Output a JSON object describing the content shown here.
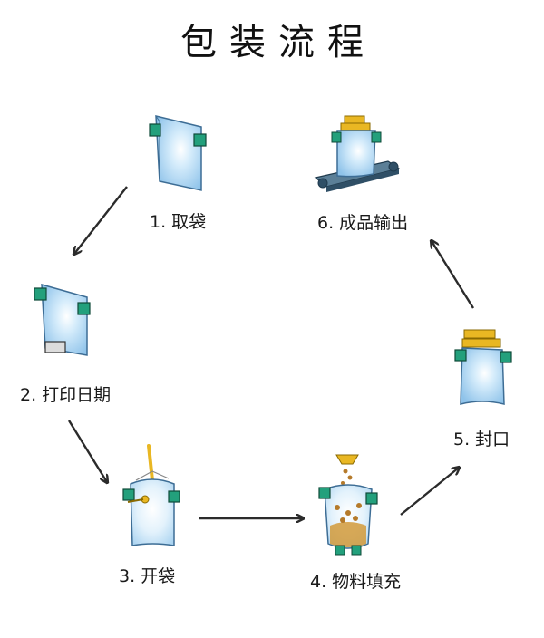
{
  "title": "包装流程",
  "steps": [
    {
      "label": "1. 取袋"
    },
    {
      "label": "2. 打印日期"
    },
    {
      "label": "3. 开袋"
    },
    {
      "label": "4. 物料填充"
    },
    {
      "label": "5. 封口"
    },
    {
      "label": "6. 成品输出"
    }
  ],
  "colors": {
    "bag": "#a9d3f2",
    "bag_edge": "#3d6d95",
    "clamp": "#23a07c",
    "gold": "#e9b723",
    "arrow": "#2b2b2b",
    "belt": "#2f4f66"
  }
}
